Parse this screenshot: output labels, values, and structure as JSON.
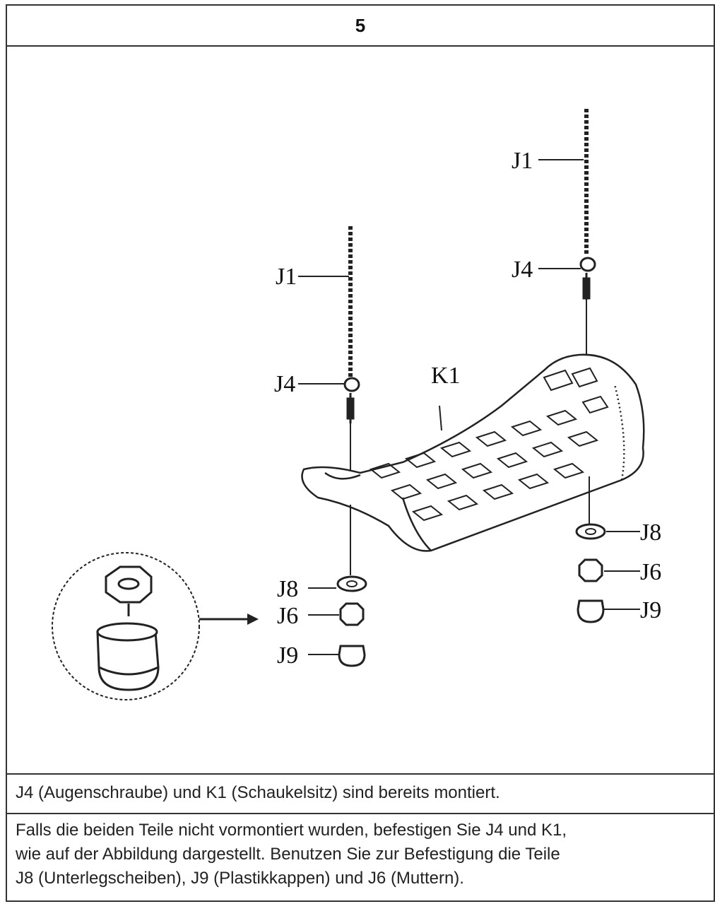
{
  "step": {
    "number": "5"
  },
  "figure": {
    "labels": {
      "left_j1": "J1",
      "left_j4": "J4",
      "seat": "K1",
      "right_j1": "J1",
      "right_j4": "J4",
      "left_j8": "J8",
      "left_j6": "J6",
      "left_j9": "J9",
      "right_j8": "J8",
      "right_j6": "J6",
      "right_j9": "J9"
    },
    "icons": [
      "chain-icon",
      "eye-bolt-icon",
      "swing-seat-icon",
      "washer-icon",
      "nut-icon",
      "cap-icon",
      "detail-nut-cap-icon",
      "arrow-icon"
    ]
  },
  "notes": {
    "line1": "J4 (Augenschraube)  und K1 (Schaukelsitz) sind bereits montiert.",
    "line2a": "Falls die beiden Teile nicht vormontiert wurden, befestigen Sie J4 und K1,",
    "line2b": "wie auf der Abbildung dargestellt. Benutzen Sie zur Befestigung die Teile",
    "line2c": "J8 (Unterlegscheiben), J9 (Plastikkappen) und J6 (Muttern)."
  }
}
